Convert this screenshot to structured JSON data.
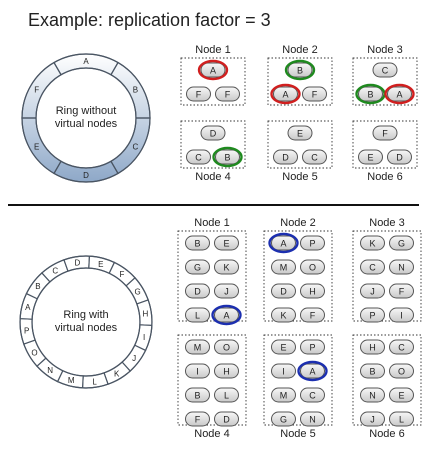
{
  "title": "Example: replication factor = 3",
  "top": {
    "ring_label": [
      "Ring without",
      "virtual nodes"
    ],
    "ring_segments": [
      "A",
      "B",
      "C",
      "D",
      "E",
      "F"
    ],
    "nodes": [
      {
        "name": "Node 1",
        "rows": [
          [
            "A"
          ],
          [
            "F",
            "F"
          ]
        ],
        "highlight": {
          "A": "red"
        }
      },
      {
        "name": "Node 2",
        "rows": [
          [
            "B"
          ],
          [
            "A",
            "F"
          ]
        ],
        "highlight": {
          "B": "green",
          "A": "red"
        }
      },
      {
        "name": "Node 3",
        "rows": [
          [
            "C"
          ],
          [
            "B",
            "A"
          ]
        ],
        "highlight": {
          "B": "green",
          "A": "red"
        }
      },
      {
        "name": "Node 4",
        "rows": [
          [
            "D"
          ],
          [
            "C",
            "B"
          ]
        ],
        "highlight": {
          "B": "green"
        }
      },
      {
        "name": "Node 5",
        "rows": [
          [
            "E"
          ],
          [
            "D",
            "C"
          ]
        ],
        "highlight": {}
      },
      {
        "name": "Node 6",
        "rows": [
          [
            "F"
          ],
          [
            "E",
            "D"
          ]
        ],
        "highlight": {}
      }
    ]
  },
  "bottom": {
    "ring_label": [
      "Ring with",
      "virtual nodes"
    ],
    "ring_segments": [
      "C",
      "D",
      "E",
      "F",
      "G",
      "H",
      "I",
      "J",
      "K",
      "L",
      "M",
      "N",
      "O",
      "P",
      "A",
      "B"
    ],
    "nodes": [
      {
        "name": "Node 1",
        "rows": [
          [
            "B",
            "E"
          ],
          [
            "G",
            "K"
          ],
          [
            "D",
            "J"
          ],
          [
            "L",
            "A"
          ]
        ],
        "highlight": {
          "A": "blue"
        }
      },
      {
        "name": "Node 2",
        "rows": [
          [
            "A",
            "P"
          ],
          [
            "M",
            "O"
          ],
          [
            "D",
            "H"
          ],
          [
            "K",
            "F"
          ]
        ],
        "highlight": {
          "A": "blue"
        }
      },
      {
        "name": "Node 3",
        "rows": [
          [
            "K",
            "G"
          ],
          [
            "C",
            "N"
          ],
          [
            "J",
            "F"
          ],
          [
            "P",
            "I"
          ]
        ],
        "highlight": {}
      },
      {
        "name": "Node 4",
        "rows": [
          [
            "M",
            "O"
          ],
          [
            "I",
            "H"
          ],
          [
            "B",
            "L"
          ],
          [
            "F",
            "D"
          ]
        ],
        "highlight": {}
      },
      {
        "name": "Node 5",
        "rows": [
          [
            "E",
            "P"
          ],
          [
            "I",
            "A"
          ],
          [
            "M",
            "C"
          ],
          [
            "G",
            "N"
          ]
        ],
        "highlight": {
          "A": "blue"
        }
      },
      {
        "name": "Node 6",
        "rows": [
          [
            "H",
            "C"
          ],
          [
            "B",
            "O"
          ],
          [
            "N",
            "E"
          ],
          [
            "J",
            "L"
          ]
        ],
        "highlight": {}
      }
    ]
  },
  "colors": {
    "red": "#d11f1f",
    "green": "#1f8a1f",
    "blue": "#1c2fb0",
    "ring": "#4a5563",
    "divider": "#111111"
  }
}
